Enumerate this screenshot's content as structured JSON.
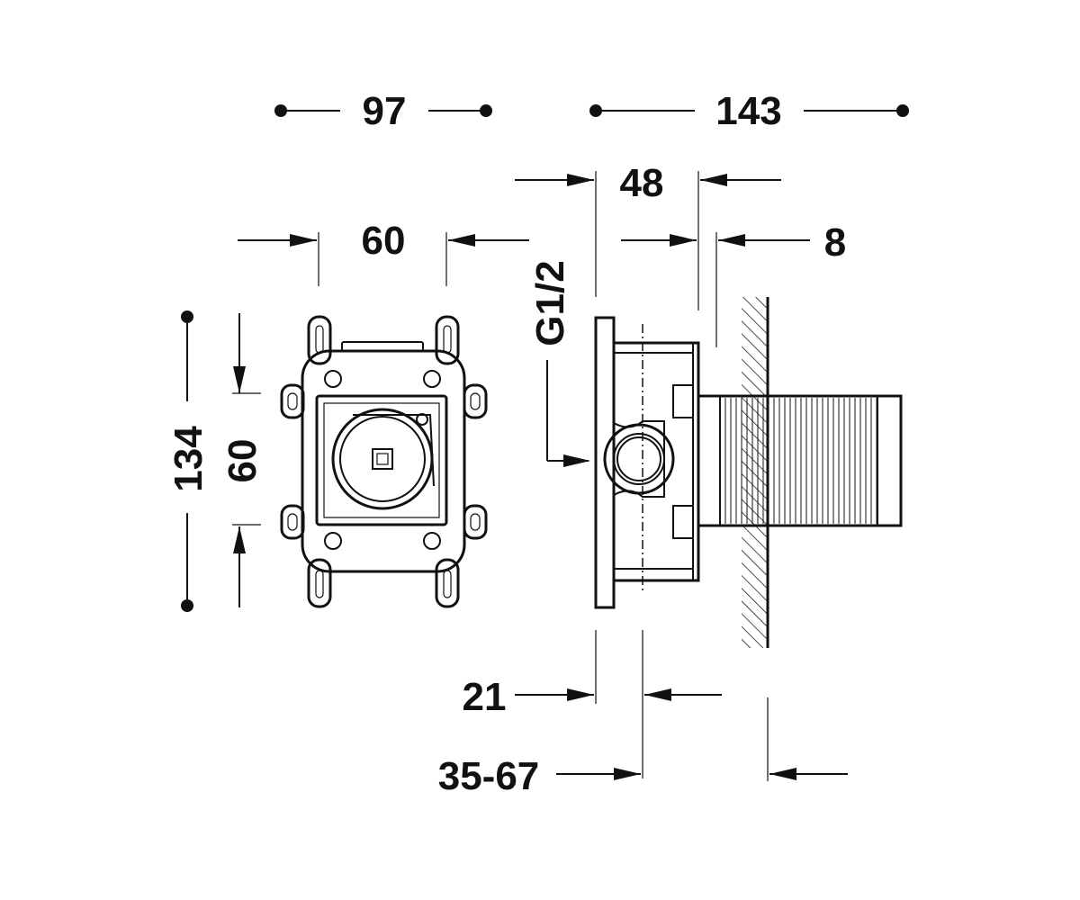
{
  "dimensions": {
    "front_width_outer": "97",
    "front_width_inner": "60",
    "front_height_outer": "134",
    "front_height_inner": "60",
    "side_total_depth": "143",
    "side_body_depth": "48",
    "side_flange": "8",
    "side_thread": "G1/2",
    "side_offset": "21",
    "side_range": "35-67"
  },
  "colors": {
    "line": "#111111",
    "background": "#ffffff"
  }
}
